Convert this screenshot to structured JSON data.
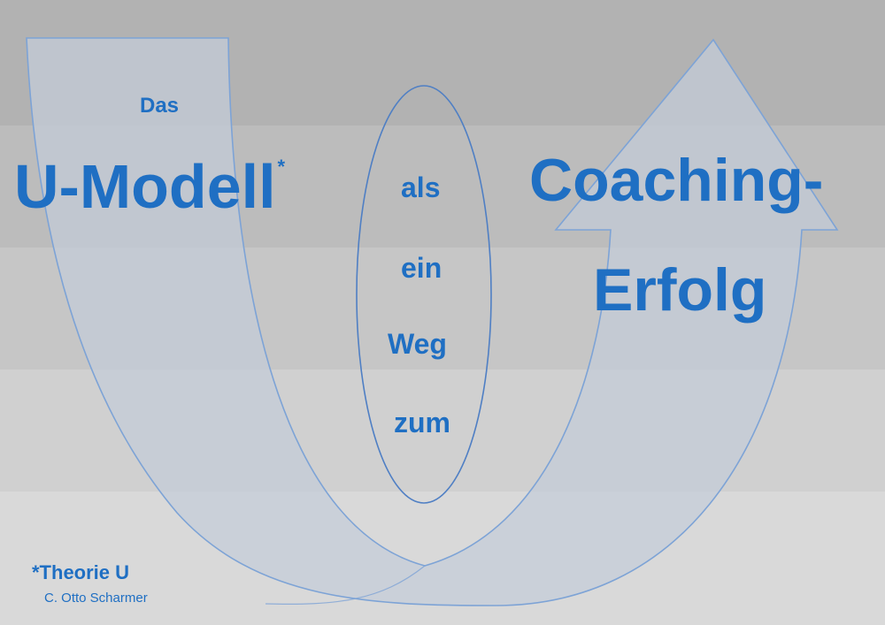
{
  "title": {
    "das": "Das",
    "main": "U-Modell",
    "asterisk": "*"
  },
  "ellipse_words": [
    "als",
    "ein",
    "Weg",
    "zum"
  ],
  "target": {
    "line1": "Coaching-",
    "line2": "Erfolg"
  },
  "footnote": {
    "label": "*Theorie U",
    "author": "C. Otto Scharmer"
  },
  "colors": {
    "text": "#1f6fc3",
    "arrow_fill": "#c4ccd8",
    "arrow_stroke": "#7da3d6",
    "ellipse_stroke": "#4f7fc4"
  }
}
